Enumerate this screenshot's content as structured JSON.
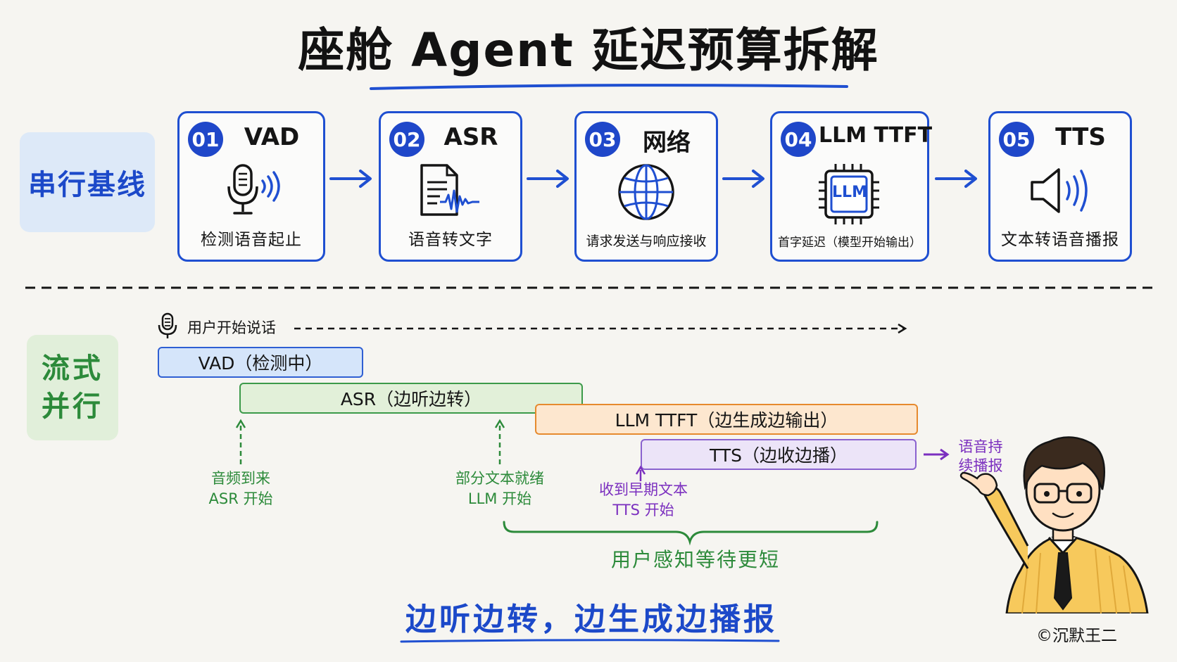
{
  "title": "座舱 Agent 延迟预算拆解",
  "serial": {
    "label": "串行基线",
    "stages": [
      {
        "num": "01",
        "title": "VAD",
        "desc": "检测语音起止",
        "icon": "microphone-icon"
      },
      {
        "num": "02",
        "title": "ASR",
        "desc": "语音转文字",
        "icon": "document-waveform-icon"
      },
      {
        "num": "03",
        "title": "网络",
        "desc": "请求发送与响应接收",
        "icon": "globe-icon"
      },
      {
        "num": "04",
        "title": "LLM TTFT",
        "desc": "首字延迟（模型开始输出）",
        "icon": "llm-chip-icon",
        "chip_text": "LLM"
      },
      {
        "num": "05",
        "title": "TTS",
        "desc": "文本转语音播报",
        "icon": "speaker-icon"
      }
    ]
  },
  "stream": {
    "label": "流式并行",
    "speak_start": "用户开始说话",
    "bars": {
      "vad": "VAD（检测中）",
      "asr": "ASR（边听边转）",
      "llm": "LLM TTFT（边生成边输出）",
      "tts": "TTS（边收边播）"
    },
    "notes": {
      "audio_arrives": [
        "音频到来",
        "ASR 开始"
      ],
      "partial_text": [
        "部分文本就绪",
        "LLM 开始"
      ],
      "early_text": [
        "收到早期文本",
        "TTS 开始"
      ],
      "speech_continues": [
        "语音持",
        "续播报"
      ]
    },
    "shorter": "用户感知等待更短"
  },
  "tagline": "边听边转，边生成边播报",
  "copyright": "©沉默王二",
  "colors": {
    "blue": "#1f4fd1",
    "green": "#2c8a3a",
    "orange": "#e68a2e",
    "purple": "#7b2fbf"
  }
}
